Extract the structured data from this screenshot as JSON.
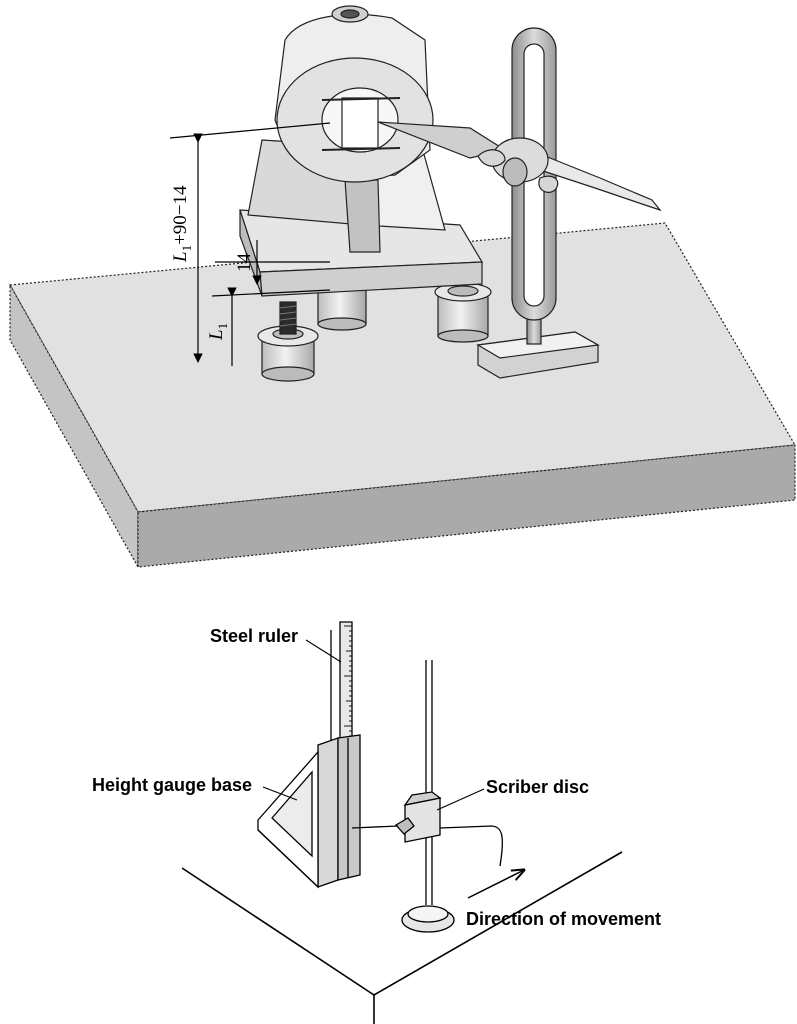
{
  "top_figure": {
    "dimension_total": {
      "symbol": "L",
      "subscript": "1",
      "rest": "+90−14"
    },
    "dimension_offset": "14",
    "dimension_base": {
      "symbol": "L",
      "subscript": "1"
    }
  },
  "bottom_figure": {
    "labels": {
      "steel_ruler": "Steel ruler",
      "height_gauge_base": "Height gauge base",
      "scriber_disc": "Scriber disc",
      "direction": "Direction of movement"
    }
  },
  "colors": {
    "surface_plate_top": "#e1e1e1",
    "surface_plate_side": "#c4c4c4",
    "surface_plate_front": "#aaaaaa",
    "part_light": "#ececec",
    "part_mid": "#d0d0d0",
    "part_dark": "#9a9a9a",
    "outline": "#222222"
  }
}
